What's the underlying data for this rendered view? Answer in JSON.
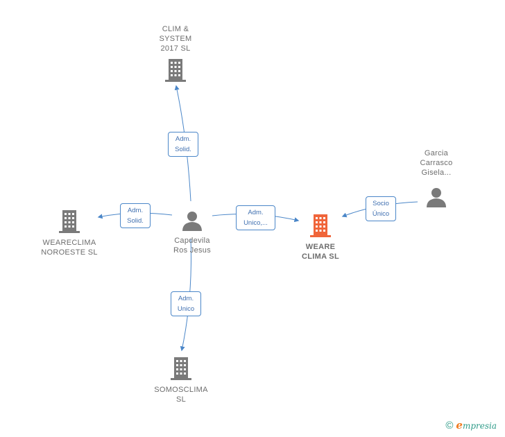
{
  "colors": {
    "edge": "#4a86c8",
    "company": "#7a7a7a",
    "focus_company": "#f0653a",
    "person": "#7a7a7a"
  },
  "nodes": {
    "clim_system": {
      "label": "CLIM &\nSYSTEM\n2017  SL",
      "type": "company-icon"
    },
    "weareclima_noroeste": {
      "label": "WEARECLIMA\nNOROESTE  SL",
      "type": "company-icon"
    },
    "somosclima": {
      "label": "SOMOSCLIMA\nSL",
      "type": "company-icon"
    },
    "weare_clima": {
      "label": "WEARE\nCLIMA  SL",
      "type": "company-icon"
    },
    "capdevila": {
      "label": "Capdevila\nRos Jesus",
      "type": "person-icon"
    },
    "garcia": {
      "label": "Garcia\nCarrasco\nGisela...",
      "type": "person-icon"
    }
  },
  "edges": {
    "to_clim": {
      "label": "Adm.\nSolid."
    },
    "to_noroeste": {
      "label": "Adm.\nSolid."
    },
    "to_weare": {
      "label": "Adm.\nUnico,..."
    },
    "to_somos": {
      "label": "Adm.\nUnico"
    },
    "garcia_to_weare": {
      "label": "Socio\nÚnico"
    }
  },
  "footer": {
    "copyright": "©",
    "brand_initial": "e",
    "brand_rest": "mpresia"
  }
}
